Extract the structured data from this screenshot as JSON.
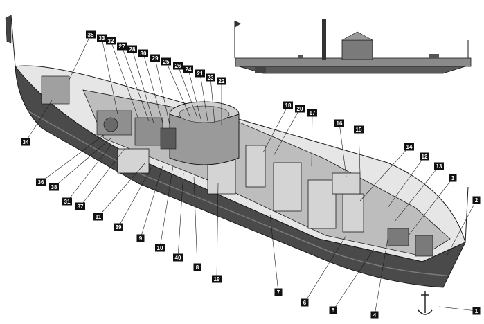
{
  "labels": [
    "1",
    "2",
    "3",
    "4",
    "5",
    "6",
    "7",
    "8",
    "9",
    "10",
    "11",
    "12",
    "13",
    "14",
    "15",
    "16",
    "17",
    "18",
    "19",
    "20",
    "21",
    "22",
    "23",
    "24",
    "25",
    "26",
    "27",
    "28",
    "29",
    "30",
    "31",
    "32",
    "33",
    "34",
    "35",
    "36",
    "37",
    "38",
    "39",
    "40"
  ],
  "colors": {
    "ink": "#1a1a1a",
    "hull_dark": "#3a3a3a",
    "hull_mid": "#6b6b6b",
    "deck": "#e6e6e6",
    "interior": "#bdbdbd",
    "label_box": "#111111",
    "label_text": "#ffffff"
  }
}
